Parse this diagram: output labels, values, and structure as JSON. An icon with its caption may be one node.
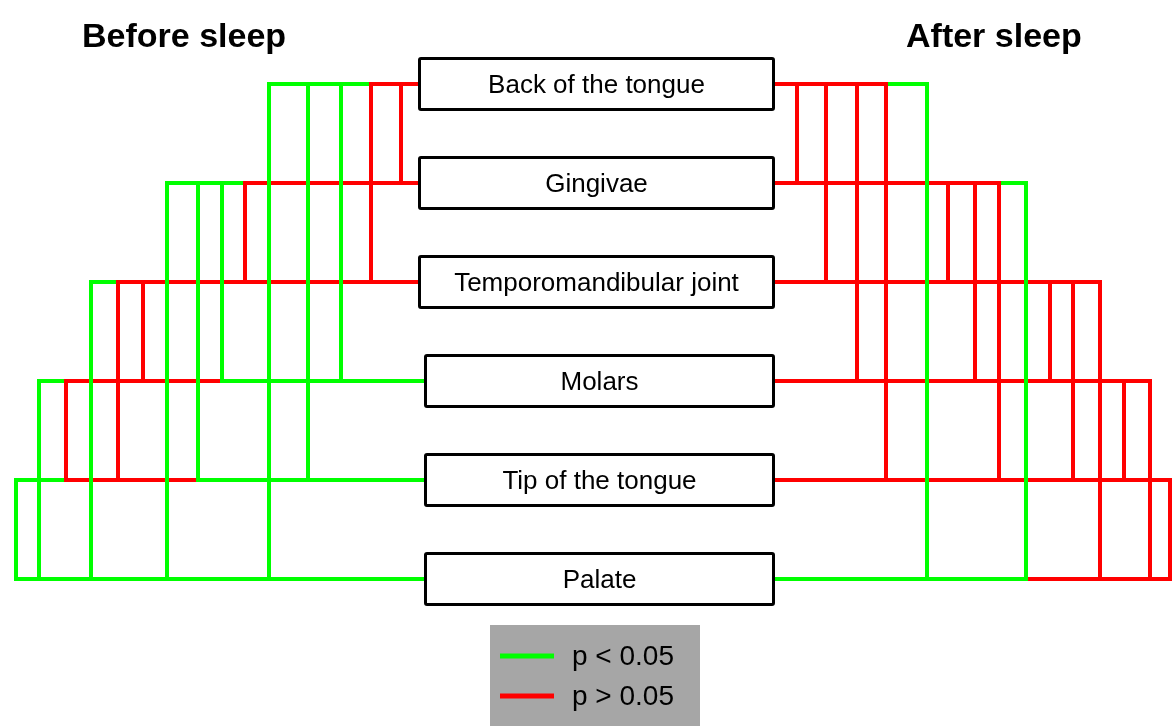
{
  "diagram": {
    "nodes": [
      {
        "text": [
          "Back of the tongue"
        ]
      },
      {
        "text": [
          "Gingivae"
        ]
      },
      {
        "text": [
          "Temporomandibular joint"
        ]
      },
      {
        "text": [
          "Molars"
        ]
      },
      {
        "text": [
          "Tip of the tongue"
        ]
      },
      {
        "text": [
          "Palate"
        ]
      }
    ],
    "edges": [
      {
        "from": 0,
        "to": 1,
        "arrow": "none"
      },
      {
        "from": 0,
        "to": 2,
        "arrow": "none"
      },
      {
        "from": 0,
        "to": 3,
        "arrow": "none",
        "color": "#00ff00"
      },
      {
        "from": 0,
        "to": 4,
        "arrow": "none",
        "color": "#00ff00"
      },
      {
        "from": 0,
        "to": 5,
        "arrow": "none",
        "color": "#00ff00"
      },
      {
        "from": 1,
        "to": 2,
        "arrow": "none"
      },
      {
        "from": 1,
        "to": 3,
        "arrow": "none",
        "color": "#00ff00"
      },
      {
        "from": 1,
        "to": 4,
        "arrow": "none",
        "color": "#00ff00"
      },
      {
        "from": 1,
        "to": 5,
        "arrow": "none",
        "color": "#00ff00"
      },
      {
        "from": 2,
        "to": 3,
        "arrow": "none"
      },
      {
        "from": 2,
        "to": 4,
        "arrow": "none"
      },
      {
        "from": 2,
        "to": 5,
        "arrow": "none",
        "color": "#00ff00"
      },
      {
        "from": 3,
        "to": 4,
        "arrow": "none"
      },
      {
        "from": 3,
        "to": 5,
        "arrow": "none",
        "color": "#00ff00"
      },
      {
        "from": 4,
        "to": 5,
        "arrow": "none",
        "color": "#00ff00"
      },
      {
        "from": 0,
        "to": 1,
        "arrow": "none"
      },
      {
        "from": 0,
        "to": 2,
        "arrow": "none"
      },
      {
        "from": 0,
        "to": 3,
        "arrow": "none"
      },
      {
        "from": 0,
        "to": 4,
        "arrow": "none"
      },
      {
        "from": 0,
        "to": 5,
        "arrow": "none",
        "color": "#00ff00"
      },
      {
        "from": 1,
        "to": 2,
        "arrow": "none"
      },
      {
        "from": 1,
        "to": 3,
        "arrow": "none"
      },
      {
        "from": 1,
        "to": 4,
        "arrow": "none"
      },
      {
        "from": 1,
        "to": 5,
        "arrow": "none",
        "color": "#00ff00"
      },
      {
        "from": 2,
        "to": 3,
        "arrow": "none"
      },
      {
        "from": 2,
        "to": 4,
        "arrow": "none"
      },
      {
        "from": 2,
        "to": 5,
        "arrow": "none"
      },
      {
        "from": 3,
        "to": 4,
        "arrow": "none"
      },
      {
        "from": 3,
        "to": 5,
        "arrow": "none"
      },
      {
        "from": 4,
        "to": 5,
        "arrow": "none"
      }
    ],
    "labels": [
      "Before sleep",
      "After sleep"
    ],
    "legend": [
      {
        "text": "p < 0.05",
        "color": "#00ff00"
      },
      {
        "text": "p > 0.05",
        "color": "#ff0000"
      }
    ]
  }
}
